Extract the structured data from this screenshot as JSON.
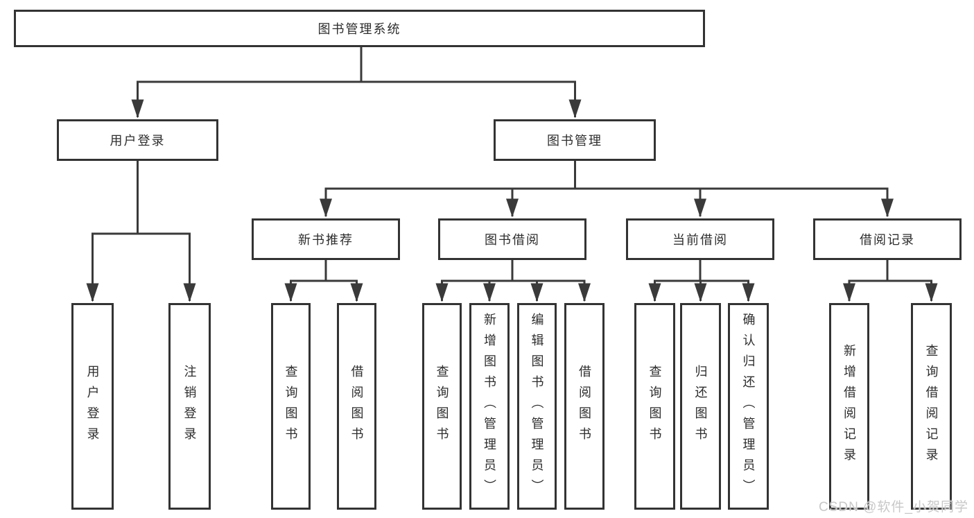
{
  "colors": {
    "line": "#3a3a3a",
    "box_border": "#333333",
    "box_fill": "#ffffff",
    "text": "#2d2d2d",
    "watermark": "#c8c8c8",
    "background": "#ffffff"
  },
  "tree": {
    "label": "图书管理系统",
    "children": [
      {
        "label": "用户登录",
        "children": [
          {
            "label": "用户登录"
          },
          {
            "label": "注销登录"
          }
        ]
      },
      {
        "label": "图书管理",
        "children": [
          {
            "label": "新书推荐",
            "children": [
              {
                "label": "查询图书"
              },
              {
                "label": "借阅图书"
              }
            ]
          },
          {
            "label": "图书借阅",
            "children": [
              {
                "label": "查询图书"
              },
              {
                "label": "新增图书（管理员）"
              },
              {
                "label": "编辑图书（管理员）"
              },
              {
                "label": "借阅图书"
              }
            ]
          },
          {
            "label": "当前借阅",
            "children": [
              {
                "label": "查询图书"
              },
              {
                "label": "归还图书"
              },
              {
                "label": "确认归还（管理员）"
              }
            ]
          },
          {
            "label": "借阅记录",
            "children": [
              {
                "label": "新增借阅记录"
              },
              {
                "label": "查询借阅记录"
              }
            ]
          }
        ]
      }
    ]
  },
  "watermark": {
    "text": "CSDN @软件_小贺同学"
  }
}
